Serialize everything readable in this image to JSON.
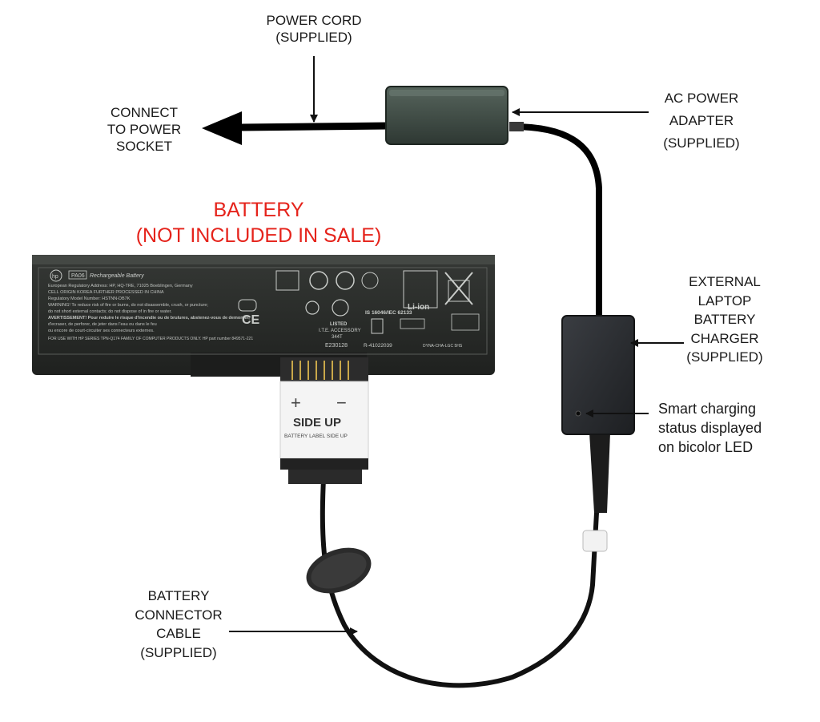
{
  "labels": {
    "power_cord": [
      "POWER CORD",
      "(SUPPLIED)"
    ],
    "connect": [
      "CONNECT",
      "TO POWER",
      "SOCKET"
    ],
    "ac_adapter": [
      "AC POWER",
      "ADAPTER",
      "(SUPPLIED)"
    ],
    "battery": [
      "BATTERY",
      "(NOT INCLUDED IN SALE)"
    ],
    "charger": [
      "EXTERNAL",
      "LAPTOP",
      "BATTERY",
      "CHARGER",
      "(SUPPLIED)"
    ],
    "led": [
      "Smart charging",
      "status displayed",
      "on bicolor LED"
    ],
    "cable": [
      "BATTERY",
      "CONNECTOR",
      "CABLE",
      "(SUPPLIED)"
    ]
  },
  "connector": {
    "plus": "+",
    "minus": "−",
    "side_up": "SIDE UP",
    "side_up_sub": "BATTERY LABEL SIDE UP"
  },
  "battery_label": {
    "brand": "hp",
    "model": "PA06",
    "title": "Rechargeable Battery",
    "lines": [
      "European Regulatory Address: HP, HQ-TRE, 71025 Boeblingen, Germany",
      "CELL ORIGIN KOREA FURTHER PROCESSED IN CHINA",
      "Regulatory Model Number: HSTNN-DB7K",
      "WARNING! To reduce risk of fire or burns, do not disassemble, crush, or puncture;",
      "do not short external contacts; do not dispose of in fire or water.",
      "AVERTISSEMENT! Pour reduire le risque d'incendie ou de brulures, abstenez-vous de demonter,",
      "d'ecraser, de perforer, de jeter dans l'eau ou dans le feu",
      "ou encore de court-circuiter ses connecteurs externes.",
      "FOR USE WITH HP SERIES TPN-Q174 FAMILY OF COMPUTER PRODUCTS ONLY.  HP part number 849571-221"
    ],
    "listed": "LISTED",
    "ite": "I.T.E. ACCESSORY",
    "code_344t": "344T",
    "e230128": "E230128",
    "is_std": "IS 16046/IEC 62133",
    "r_code": "R-41022039",
    "li_ion": "Li-ion",
    "dyna": "DYNA-CHA-LGC 5HS"
  },
  "colors": {
    "label_red": "#e5231b",
    "battery_body": "#2a2d2a",
    "adapter_body": "#3f4a44",
    "charger_body": "#26282c"
  }
}
